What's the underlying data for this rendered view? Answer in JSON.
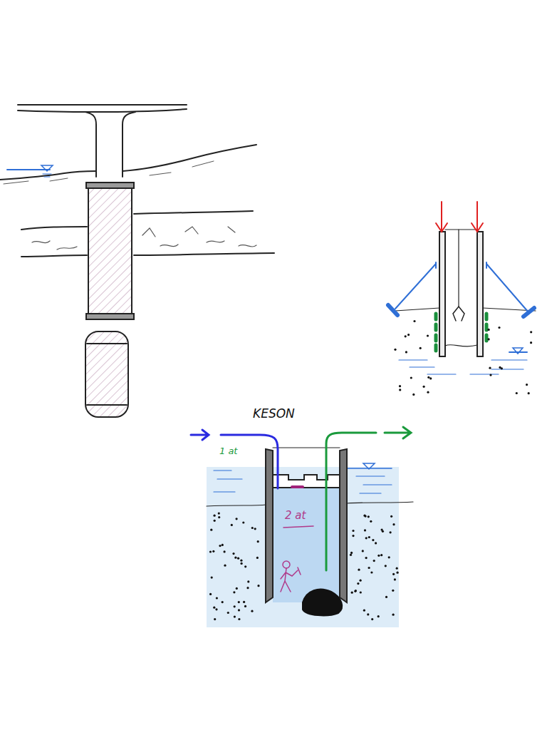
{
  "diagram": {
    "labels": [
      "KESON",
      "1 at",
      "2 at"
    ]
  }
}
